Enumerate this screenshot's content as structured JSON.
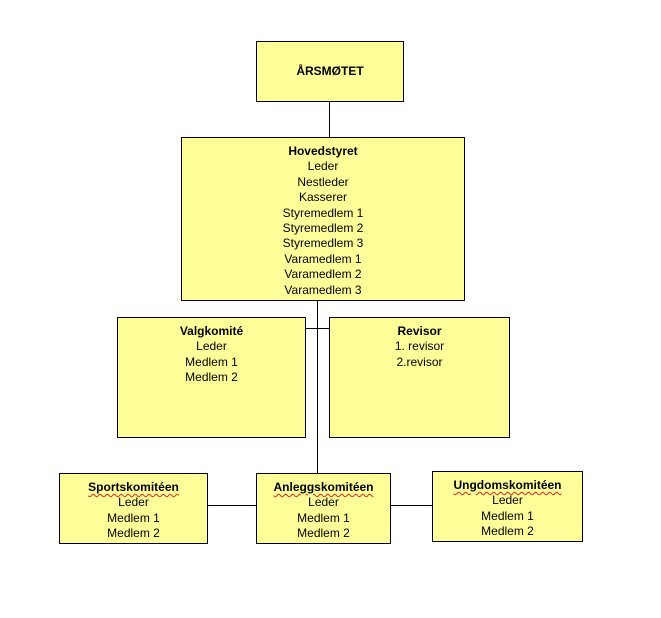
{
  "aarsmotet": {
    "title": "ÅRSMØTET"
  },
  "hovedstyret": {
    "title": "Hovedstyret",
    "members": [
      "Leder",
      "Nestleder",
      "Kasserer",
      "Styremedlem 1",
      "Styremedlem 2",
      "Styremedlem 3",
      "Varamedlem 1",
      "Varamedlem 2",
      "Varamedlem 3"
    ]
  },
  "valgkomite": {
    "title": "Valgkomité",
    "members": [
      "Leder",
      "Medlem 1",
      "Medlem 2"
    ]
  },
  "revisor": {
    "title": "Revisor",
    "members": [
      "1. revisor",
      "2.revisor"
    ]
  },
  "sportskomiteen": {
    "title": "Sportskomitéen",
    "members": [
      "Leder",
      "Medlem 1",
      "Medlem 2"
    ]
  },
  "anleggskomiteen": {
    "title": "Anleggskomitéen",
    "members": [
      "Leder",
      "Medlem 1",
      "Medlem 2"
    ]
  },
  "ungdomskomiteen": {
    "title": "Ungdomskomitéen",
    "members": [
      "Leder",
      "Medlem 1",
      "Medlem 2"
    ]
  }
}
